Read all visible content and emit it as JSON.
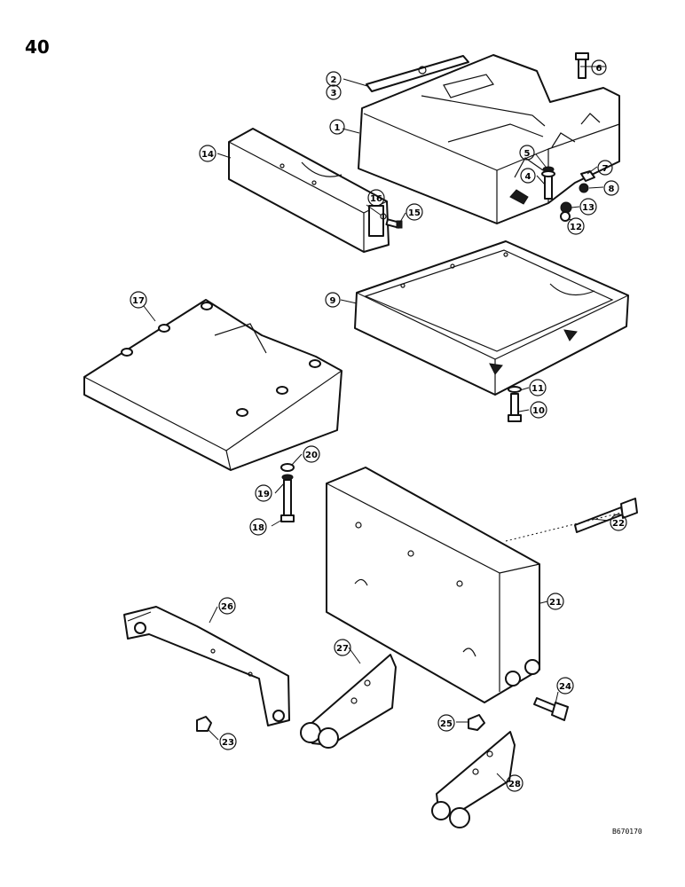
{
  "page_number": "40",
  "catalog_number": "B670170",
  "callouts": [
    "1",
    "2",
    "3",
    "4",
    "5",
    "6",
    "7",
    "8",
    "9",
    "10",
    "11",
    "12",
    "13",
    "14",
    "15",
    "16",
    "17",
    "18",
    "19",
    "20",
    "21",
    "22",
    "23",
    "24",
    "25",
    "26",
    "27",
    "28"
  ]
}
